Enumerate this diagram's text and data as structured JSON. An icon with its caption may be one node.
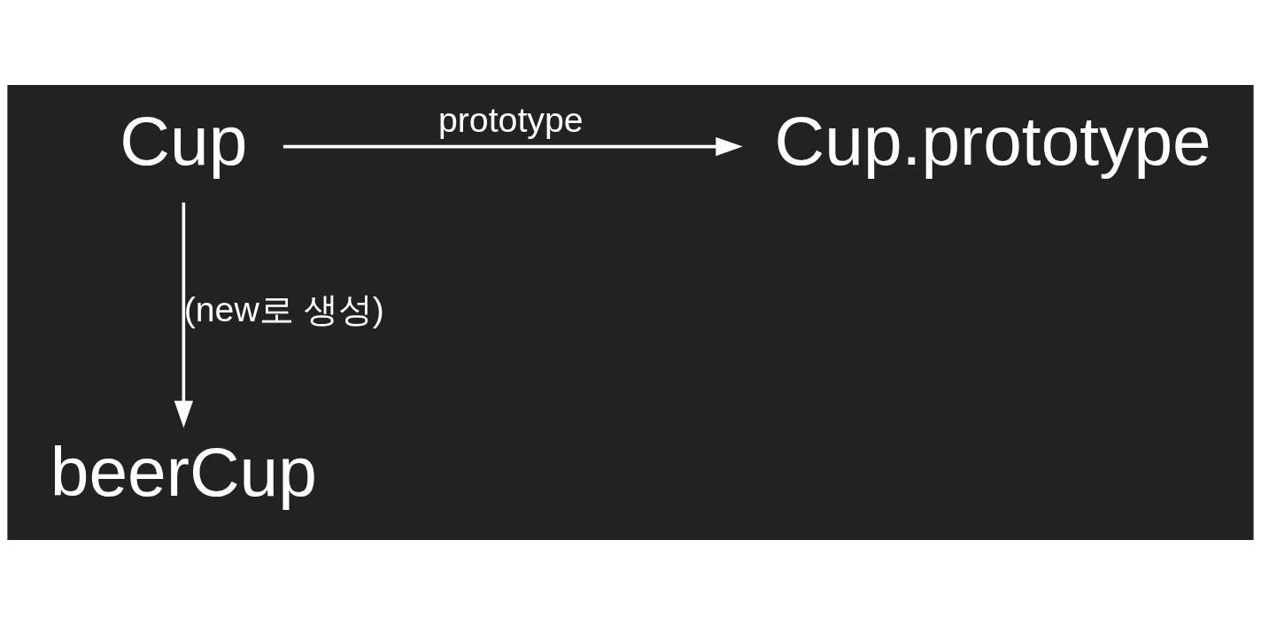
{
  "diagram": {
    "nodes": [
      {
        "text": [
          "Cup"
        ]
      },
      {
        "text": [
          "Cup.prototype"
        ]
      },
      {
        "text": [
          "beerCup"
        ]
      }
    ],
    "edges": [
      {
        "from": 0,
        "to": 1,
        "arrow": "to",
        "label": "prototype"
      },
      {
        "from": 0,
        "to": 2,
        "arrow": "to",
        "label": "(new로 생성)"
      }
    ]
  }
}
